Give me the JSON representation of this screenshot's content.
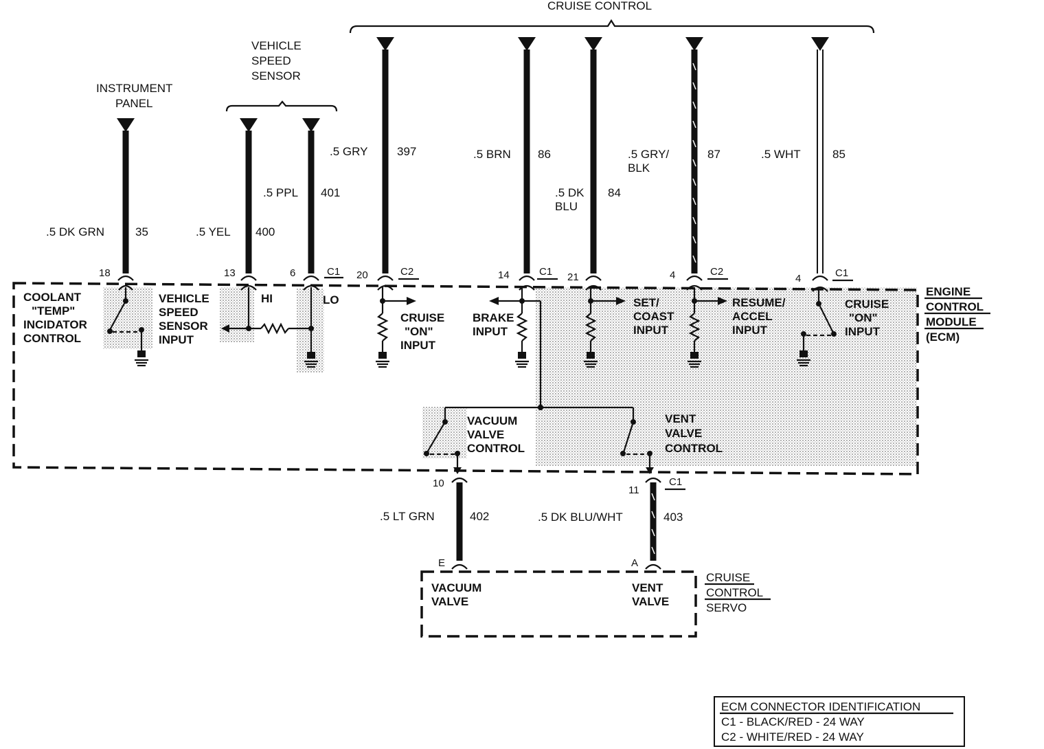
{
  "groups": {
    "cruise_control": "CRUISE CONTROL",
    "vehicle_speed_sensor": [
      "VEHICLE",
      "SPEED",
      "SENSOR"
    ],
    "instrument_panel": [
      "INSTRUMENT",
      "PANEL"
    ]
  },
  "wires": [
    {
      "gauge": ".5 DK GRN",
      "circuit": "35",
      "pin": "18",
      "connector": ""
    },
    {
      "gauge": ".5 YEL",
      "circuit": "400",
      "pin": "13",
      "connector": ""
    },
    {
      "gauge": ".5 PPL",
      "circuit": "401",
      "pin": "6",
      "connector": "C1"
    },
    {
      "gauge": ".5 GRY",
      "circuit": "397",
      "pin": "20",
      "connector": "C2"
    },
    {
      "gauge": ".5 BRN",
      "circuit": "86",
      "pin": "14",
      "connector": "C1"
    },
    {
      "gauge_lines": [
        ".5 DK",
        "BLU"
      ],
      "circuit": "84",
      "pin": "21",
      "connector": ""
    },
    {
      "gauge_lines": [
        ".5 GRY/",
        "BLK"
      ],
      "circuit": "87",
      "pin": "4",
      "connector": "C2"
    },
    {
      "gauge": ".5 WHT",
      "circuit": "85",
      "pin": "4",
      "connector": "C1"
    },
    {
      "gauge": ".5 LT GRN",
      "circuit": "402",
      "pin": "10",
      "servo_pin": "E",
      "connector": ""
    },
    {
      "gauge": ".5 DK BLU/WHT",
      "circuit": "403",
      "pin": "11",
      "servo_pin": "A",
      "connector": "C1"
    }
  ],
  "ecm_labels": {
    "coolant": [
      "COOLANT",
      "\"TEMP\"",
      "INCIDATOR",
      "CONTROL"
    ],
    "vss_input": [
      "VEHICLE",
      "SPEED",
      "SENSOR",
      "INPUT"
    ],
    "hi": "HI",
    "lo": "LO",
    "cruise_on_1": [
      "CRUISE",
      "\"ON\"",
      "INPUT"
    ],
    "brake": [
      "BRAKE",
      "INPUT"
    ],
    "set_coast": [
      "SET/",
      "COAST",
      "INPUT"
    ],
    "resume_accel": [
      "RESUME/",
      "ACCEL",
      "INPUT"
    ],
    "cruise_on_2": [
      "CRUISE",
      "\"ON\"",
      "INPUT"
    ],
    "vacuum_valve_control": [
      "VACUUM",
      "VALVE",
      "CONTROL"
    ],
    "vent_valve_control": [
      "VENT",
      "VALVE",
      "CONTROL"
    ],
    "module": [
      "ENGINE",
      "CONTROL",
      "MODULE",
      "(ECM)"
    ]
  },
  "servo": {
    "vacuum": [
      "VACUUM",
      "VALVE"
    ],
    "vent": [
      "VENT",
      "VALVE"
    ],
    "name": [
      "CRUISE",
      "CONTROL",
      "SERVO"
    ]
  },
  "connector_id": {
    "title": "ECM CONNECTOR IDENTIFICATION",
    "c1": "C1 - BLACK/RED - 24 WAY",
    "c2": "C2 - WHITE/RED - 24 WAY"
  }
}
